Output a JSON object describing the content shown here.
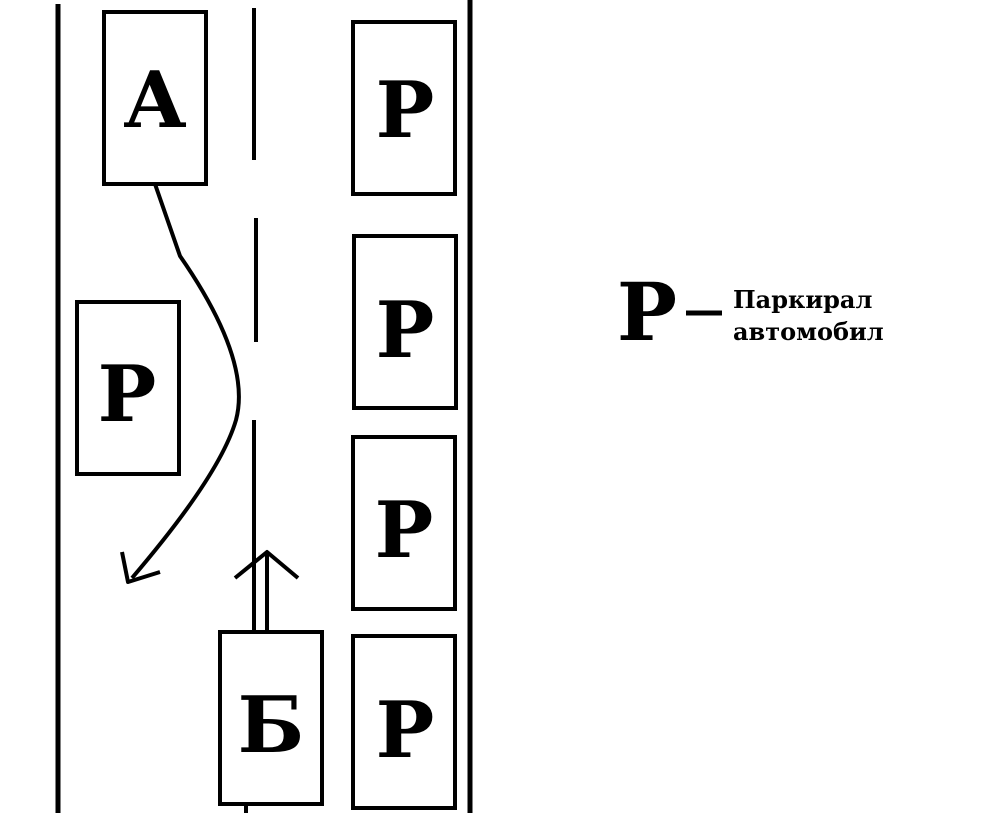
{
  "cars": {
    "a": {
      "label": "А"
    },
    "b": {
      "label": "Б"
    },
    "parked": [
      {
        "label": "P"
      },
      {
        "label": "P"
      },
      {
        "label": "P"
      },
      {
        "label": "P"
      },
      {
        "label": "P"
      }
    ]
  },
  "legend": {
    "symbol": "P",
    "line1": "Паркирал",
    "line2": "автомобил"
  },
  "colors": {
    "ink": "#000000",
    "background": "#ffffff"
  }
}
